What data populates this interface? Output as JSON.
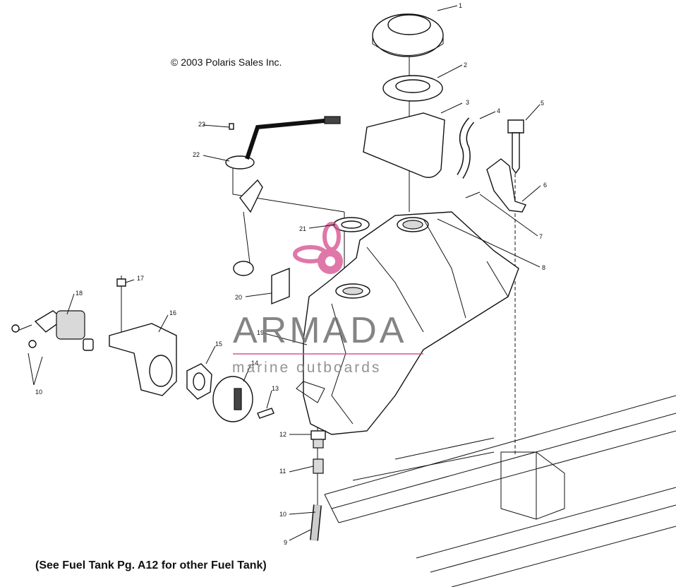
{
  "copyright": "© 2003 Polaris Sales Inc.",
  "footnote": "(See Fuel Tank Pg. A12 for other Fuel Tank)",
  "watermark": {
    "brand": "ARMADA",
    "tagline": "marine outboards",
    "accent_color": "#d64a8d",
    "text_color": "#6e6e6e"
  },
  "callouts": {
    "c1": "1",
    "c2": "2",
    "c3": "3",
    "c4": "4",
    "c5": "5",
    "c6": "6",
    "c7": "7",
    "c8": "8",
    "c9": "9",
    "c10a": "10",
    "c10b": "10",
    "c11": "11",
    "c12": "12",
    "c13": "13",
    "c14": "14",
    "c15": "15",
    "c16": "16",
    "c17": "17",
    "c18": "18",
    "c19": "19",
    "c20": "20",
    "c21": "21",
    "c22": "22",
    "c23": "23"
  }
}
